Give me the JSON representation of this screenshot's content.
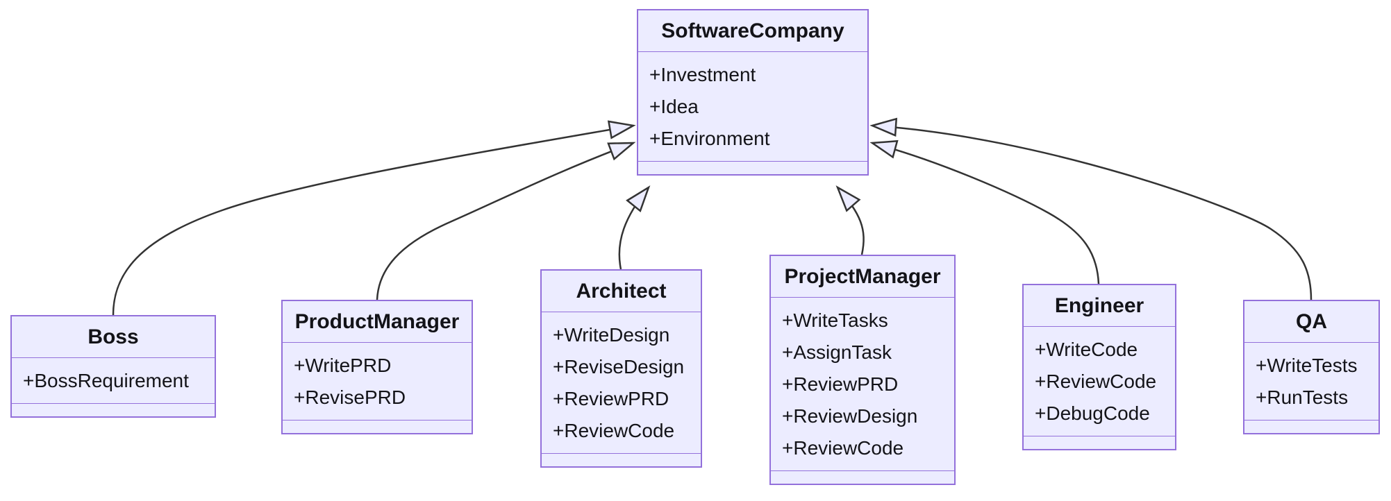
{
  "diagram": {
    "type": "uml-class-diagram",
    "classes": [
      {
        "name": "SoftwareCompany",
        "members": [
          "+Investment",
          "+Idea",
          "+Environment"
        ],
        "methods": []
      },
      {
        "name": "Boss",
        "members": [
          "+BossRequirement"
        ],
        "methods": []
      },
      {
        "name": "ProductManager",
        "members": [
          "+WritePRD",
          "+RevisePRD"
        ],
        "methods": []
      },
      {
        "name": "Architect",
        "members": [
          "+WriteDesign",
          "+ReviseDesign",
          "+ReviewPRD",
          "+ReviewCode"
        ],
        "methods": []
      },
      {
        "name": "ProjectManager",
        "members": [
          "+WriteTasks",
          "+AssignTask",
          "+ReviewPRD",
          "+ReviewDesign",
          "+ReviewCode"
        ],
        "methods": []
      },
      {
        "name": "Engineer",
        "members": [
          "+WriteCode",
          "+ReviewCode",
          "+DebugCode"
        ],
        "methods": []
      },
      {
        "name": "QA",
        "members": [
          "+WriteTests",
          "+RunTests"
        ],
        "methods": []
      }
    ],
    "relations": [
      {
        "from": "Boss",
        "to": "SoftwareCompany",
        "type": "inheritance"
      },
      {
        "from": "ProductManager",
        "to": "SoftwareCompany",
        "type": "inheritance"
      },
      {
        "from": "Architect",
        "to": "SoftwareCompany",
        "type": "inheritance"
      },
      {
        "from": "ProjectManager",
        "to": "SoftwareCompany",
        "type": "inheritance"
      },
      {
        "from": "Engineer",
        "to": "SoftwareCompany",
        "type": "inheritance"
      },
      {
        "from": "QA",
        "to": "SoftwareCompany",
        "type": "inheritance"
      }
    ],
    "colors": {
      "node_fill": "#ECECFF",
      "node_border": "#9370DB",
      "edge": "#333333",
      "text": "#131318"
    }
  }
}
